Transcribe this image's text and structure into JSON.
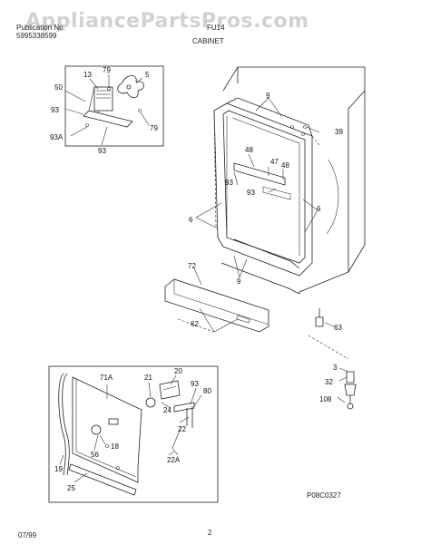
{
  "watermark": "AppliancePartsPros.com",
  "header": {
    "left_line1": "Publication No.",
    "left_line2": "5995338599",
    "model": "FU14",
    "section": "CABINET"
  },
  "labels": {
    "l13": "13",
    "l79a": "79",
    "l5": "5",
    "l50": "50",
    "l93a": "93",
    "l79b": "79",
    "l93A": "93A",
    "l93b": "93",
    "l9a": "9",
    "l39": "39",
    "l48a": "48",
    "l47": "47",
    "l48b": "48",
    "l93c": "93",
    "l93d": "93",
    "l6a": "6",
    "l6b": "6",
    "l72": "72",
    "l9b": "9",
    "l62": "62",
    "l63": "63",
    "l71A": "71A",
    "l21": "21",
    "l20": "20",
    "l93e": "93",
    "l80": "80",
    "l24": "24",
    "l22a": "22",
    "l18": "18",
    "l56": "56",
    "l22A": "22A",
    "l19": "19",
    "l25": "25",
    "l3": "3",
    "l32": "32",
    "l108": "108"
  },
  "footer": {
    "date": "07/99",
    "page": "2",
    "code": "P08C0327"
  }
}
